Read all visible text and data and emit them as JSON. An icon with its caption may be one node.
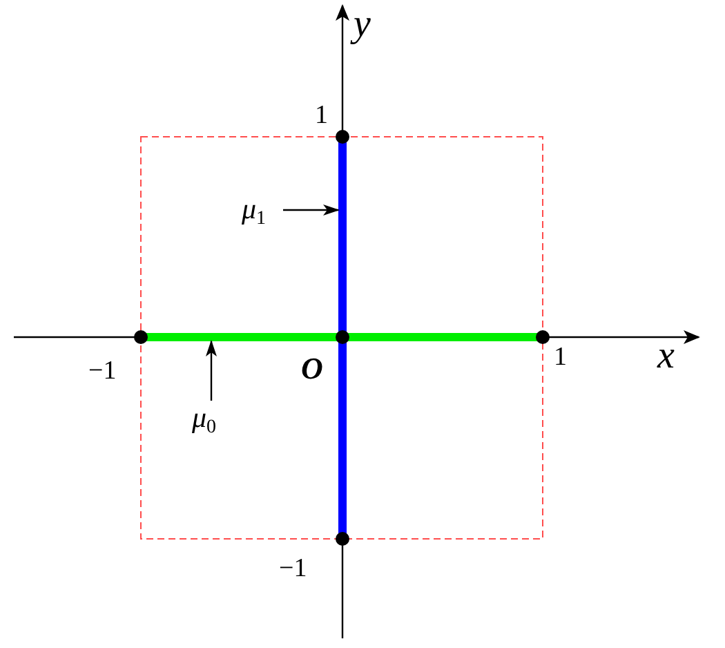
{
  "diagram": {
    "nodes": [
      {
        "text": [
          "μ$_{1}$"
        ]
      },
      {
        "text": [],
        "shape": "bar"
      },
      {
        "text": [
          "μ$_{0}$"
        ]
      },
      {
        "text": [],
        "shape": "bar"
      }
    ],
    "edges": [
      {
        "from": 0,
        "to": 1,
        "arrow": "to"
      },
      {
        "from": 2,
        "to": 3,
        "arrow": "to"
      }
    ],
    "labels": [
      "y",
      "1",
      "−1",
      "O",
      "1",
      "x",
      "−1"
    ]
  }
}
